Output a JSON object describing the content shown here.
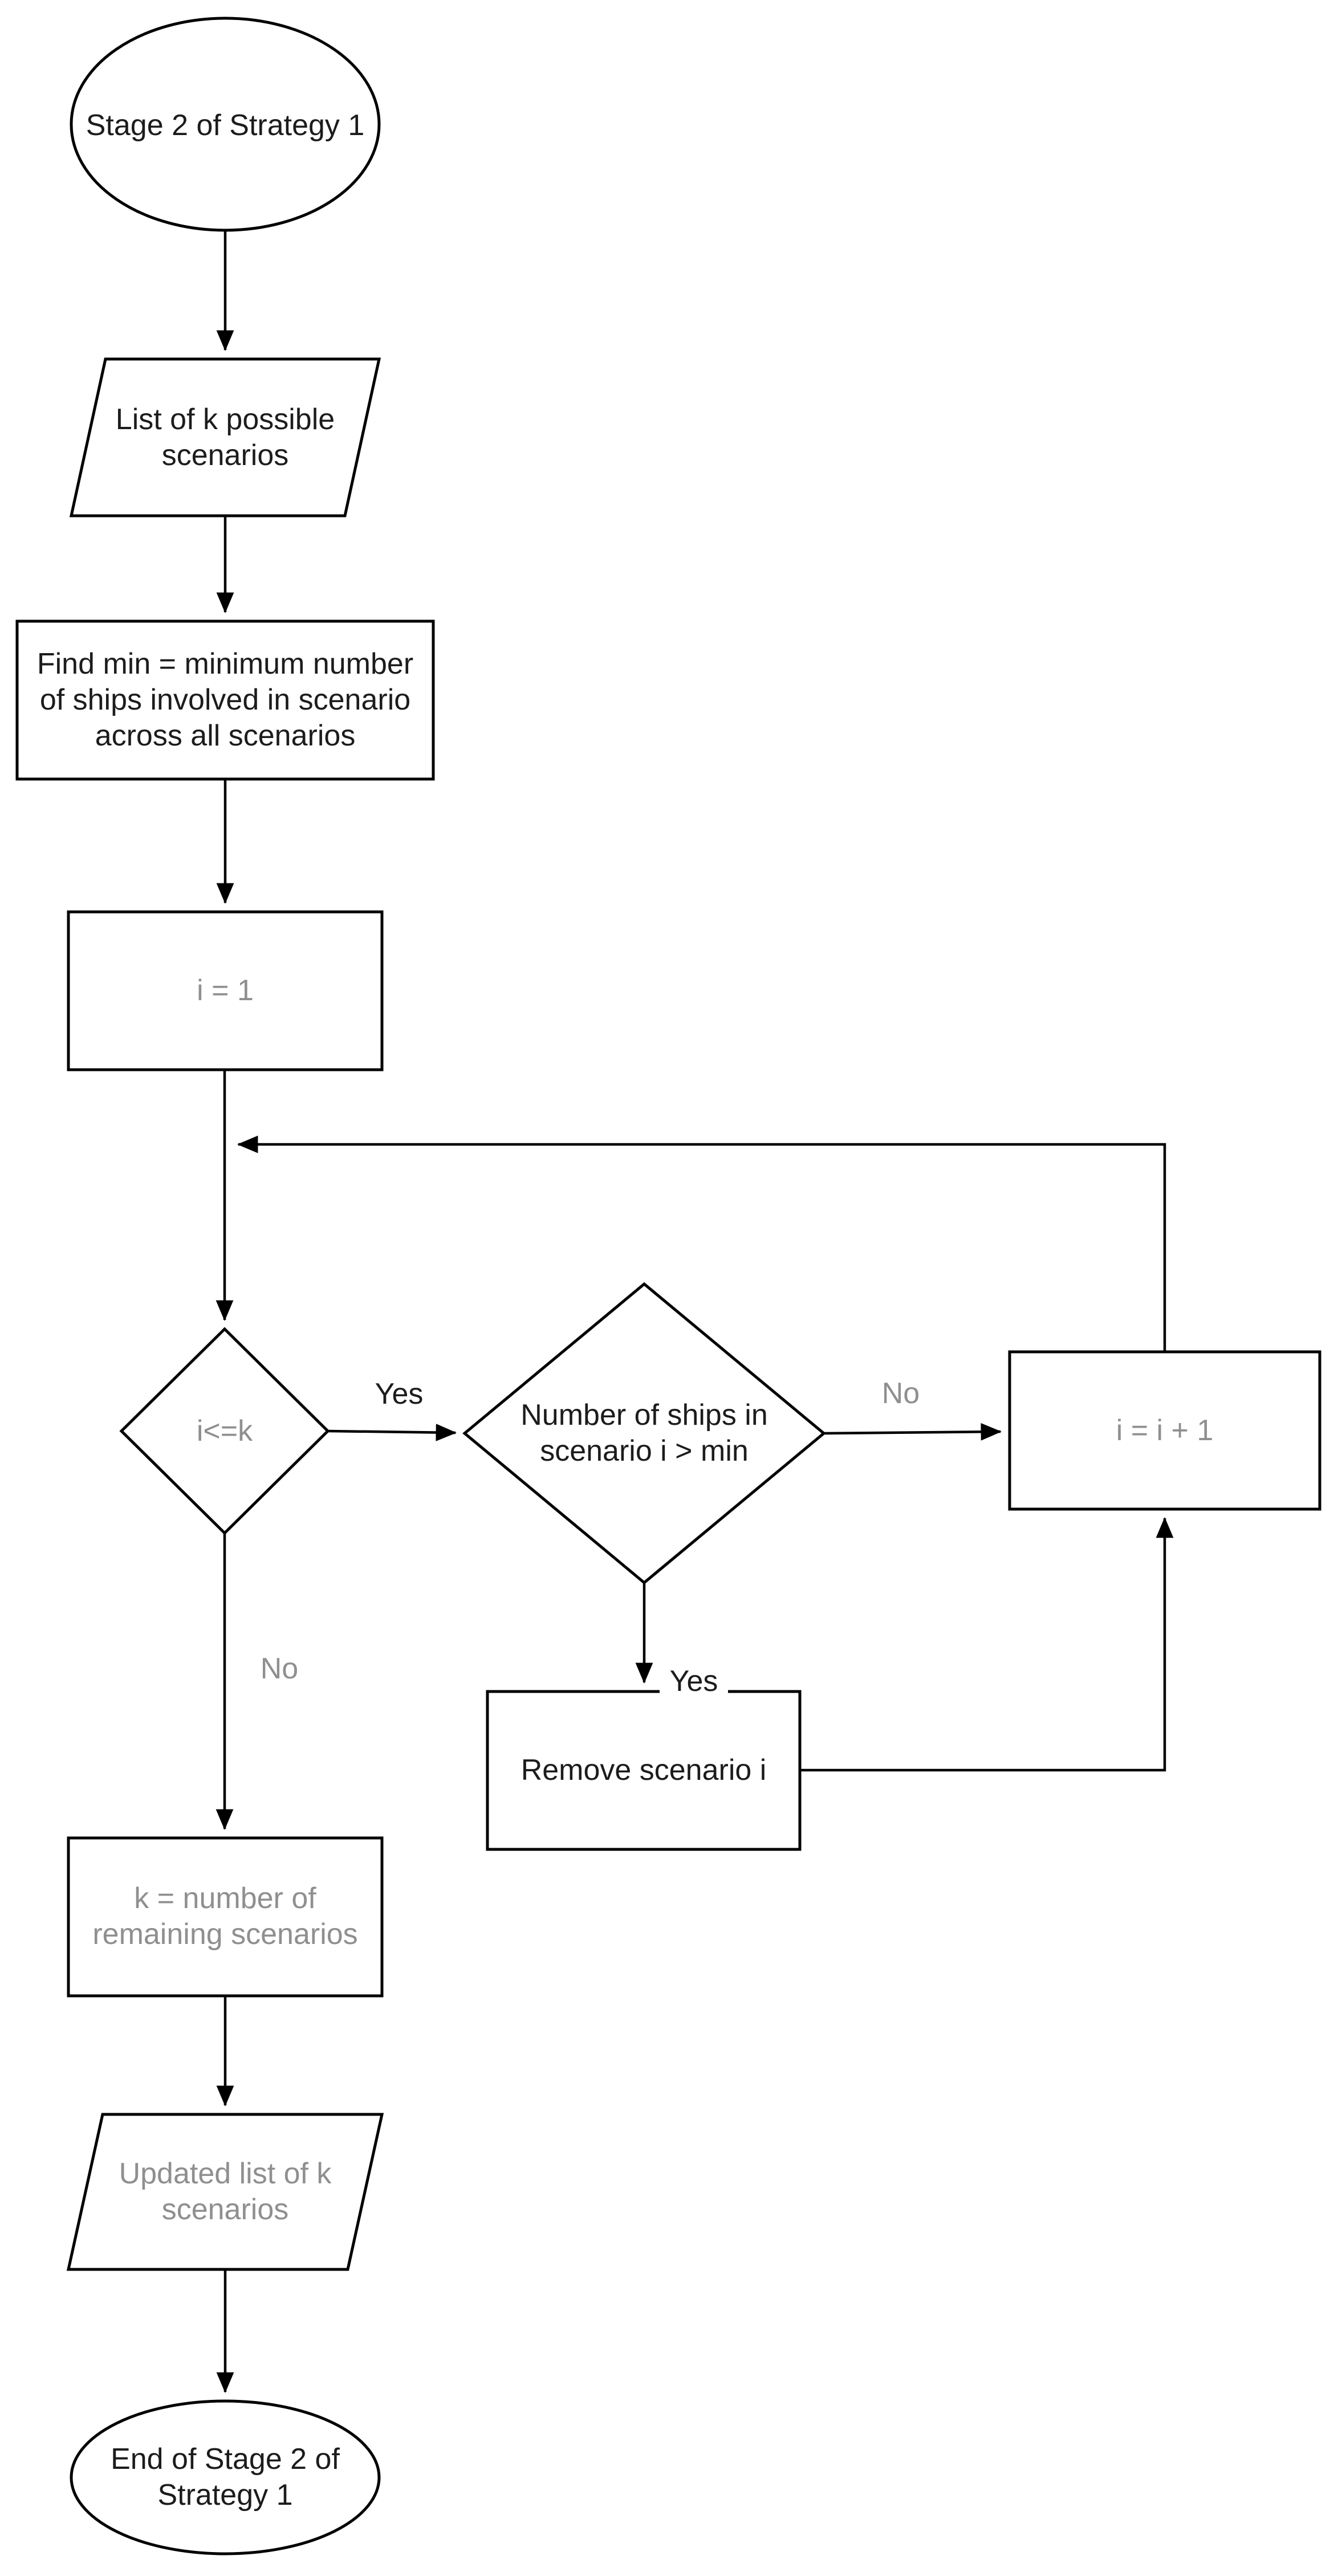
{
  "diagram": {
    "nodes": {
      "start": {
        "type": "terminator",
        "lines": [
          "Stage 2 of Strategy 1"
        ]
      },
      "input_list": {
        "type": "data",
        "lines": [
          "List of k possible",
          "scenarios"
        ]
      },
      "find_min": {
        "type": "process",
        "lines": [
          "Find min = minimum number",
          "of ships involved in scenario",
          "across all scenarios"
        ]
      },
      "init_i": {
        "type": "process",
        "lines": [
          "i = 1"
        ]
      },
      "check_i_k": {
        "type": "decision",
        "lines": [
          "i<=k"
        ]
      },
      "check_ships": {
        "type": "decision",
        "lines": [
          "Number of ships in",
          "scenario i > min"
        ]
      },
      "increment": {
        "type": "process",
        "lines": [
          "i = i + 1"
        ]
      },
      "remove": {
        "type": "process",
        "lines": [
          "Remove scenario i"
        ]
      },
      "update_k": {
        "type": "process",
        "lines": [
          "k = number of",
          "remaining scenarios"
        ]
      },
      "output_list": {
        "type": "data",
        "lines": [
          "Updated list of k",
          "scenarios"
        ]
      },
      "end": {
        "type": "terminator",
        "lines": [
          "End of Stage 2 of",
          "Strategy 1"
        ]
      }
    },
    "edge_labels": {
      "check_i_k_yes": "Yes",
      "check_i_k_no": "No",
      "check_ships_no": "No",
      "check_ships_yes": "Yes"
    },
    "colors": {
      "stroke": "#000000",
      "text_dark": "#1c1c1c",
      "text_light": "#8f8f8f",
      "background": "#ffffff"
    }
  }
}
